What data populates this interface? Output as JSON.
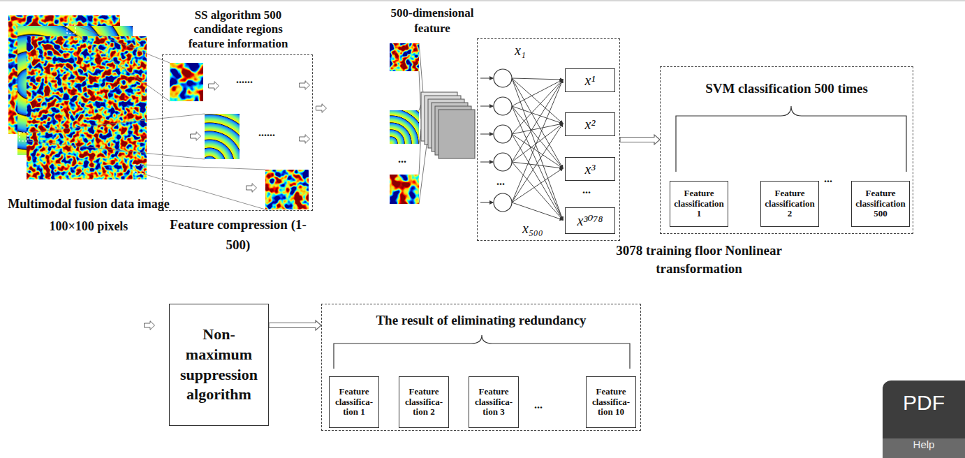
{
  "diagram": {
    "nodes": [
      {
        "text": [
          "SS algorithm 500 candidate regions feature information",
          "Feature compression (1-500)"
        ]
      },
      {
        "text": [
          "500-dimensional feature",
          "3078 training floor Nonlinear transformation"
        ]
      },
      {
        "text": [
          "x¹"
        ],
        "in": 1
      },
      {
        "text": [
          "x²"
        ],
        "in": 1
      },
      {
        "text": [
          "x³"
        ],
        "in": 1
      },
      {
        "text": [
          "x³⁰⁷⁸"
        ],
        "in": 1
      },
      {
        "text": [
          "SVM classification 500 times"
        ]
      },
      {
        "text": [
          "Feature classification 1"
        ],
        "in": 6
      },
      {
        "text": [
          "Feature classification 2"
        ],
        "in": 6
      },
      {
        "text": [
          "Feature classification 500"
        ],
        "in": 6
      },
      {
        "text": [
          "Non- maximum suppression algorithm"
        ]
      },
      {
        "text": [
          "The result of eliminating redundancy"
        ]
      },
      {
        "text": [
          "Feature classifica- tion 1"
        ],
        "in": 11
      },
      {
        "text": [
          "Feature classifica- tion 2"
        ],
        "in": 11
      },
      {
        "text": [
          "Feature classifica- tion 3"
        ],
        "in": 11
      },
      {
        "text": [
          "Feature classifica- tion 10"
        ],
        "in": 11
      },
      {
        "text": [
          "PDF",
          "Help"
        ]
      }
    ],
    "edges": [
      {
        "from": 1,
        "to": 6,
        "arrow": "to"
      },
      {
        "from": 10,
        "to": 11,
        "arrow": "to"
      }
    ],
    "labels": [
      "Multimodal fusion data image 100×100 pixels",
      "......",
      "......",
      "...",
      "x₁",
      "...",
      "...",
      "x₅₀₀",
      "...",
      "..."
    ]
  }
}
